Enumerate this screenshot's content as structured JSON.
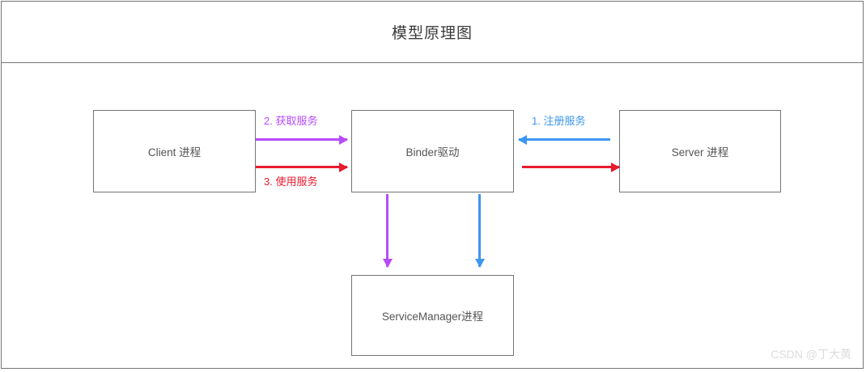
{
  "header": {
    "title": "模型原理图"
  },
  "diagram": {
    "nodes": [
      {
        "id": "client",
        "label": "Client 进程"
      },
      {
        "id": "binder",
        "label": "Binder驱动"
      },
      {
        "id": "server",
        "label": "Server 进程"
      },
      {
        "id": "servicemanager",
        "label": "ServiceManager进程"
      }
    ],
    "arrows": [
      {
        "id": "get-service",
        "label": "2. 获取服务",
        "color": "#b64bfb",
        "from": "client",
        "to": "binder",
        "direction": "right"
      },
      {
        "id": "use-service",
        "label": "3. 使用服务",
        "color": "#e8192c",
        "from": "client",
        "to": "binder",
        "direction": "right"
      },
      {
        "id": "register-service",
        "label": "1. 注册服务",
        "color": "#3d96f0",
        "from": "server",
        "to": "binder",
        "direction": "left"
      },
      {
        "id": "server-to-binder",
        "label": "",
        "color": "#e8192c",
        "from": "binder",
        "to": "server",
        "direction": "right"
      },
      {
        "id": "binder-to-sm-purple",
        "label": "",
        "color": "#b64bfb",
        "from": "binder",
        "to": "servicemanager",
        "direction": "down"
      },
      {
        "id": "binder-to-sm-blue",
        "label": "",
        "color": "#3d96f0",
        "from": "binder",
        "to": "servicemanager",
        "direction": "down"
      }
    ]
  },
  "watermark": {
    "text": "CSDN @丁大黄"
  },
  "colors": {
    "frame_border": "#757575",
    "node_border": "#757575",
    "node_text": "#555555",
    "title_text": "#3b3b3b",
    "purple": "#b64bfb",
    "blue": "#3d96f0",
    "red": "#e8192c",
    "watermark": "#dcdcdc",
    "background": "#ffffff"
  }
}
